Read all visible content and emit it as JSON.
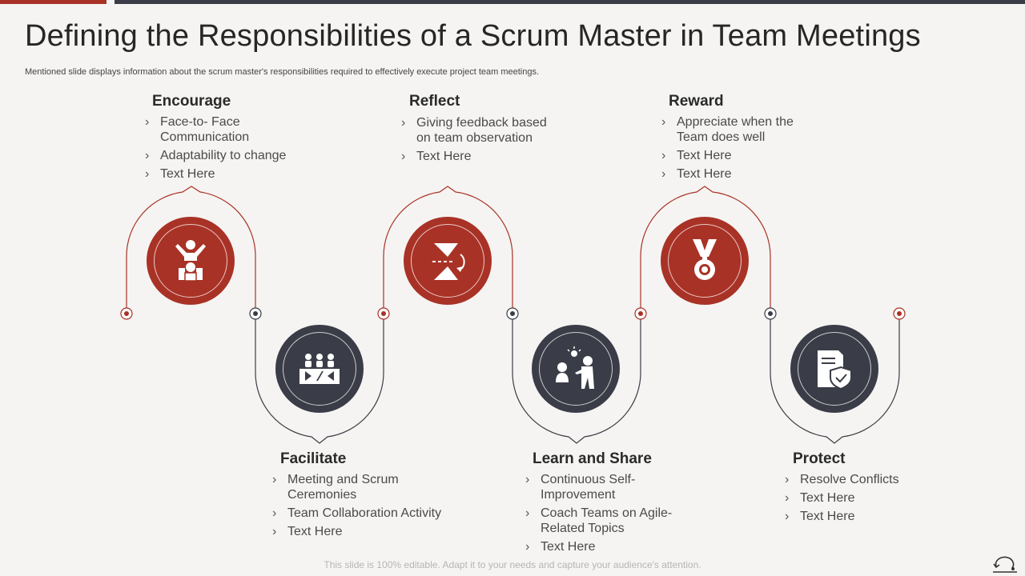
{
  "slide": {
    "title": "Defining the Responsibilities of a Scrum Master in Team Meetings",
    "subtitle": "Mentioned slide displays information about the scrum master's responsibilities required to effectively execute project team meetings.",
    "footer": "This slide is 100% editable. Adapt it to your needs and capture your audience's attention."
  },
  "colors": {
    "accent": "#a93226",
    "dark": "#3a3d47",
    "background": "#f5f4f2"
  },
  "steps": [
    {
      "title": "Encourage",
      "icon": "celebrating-person-icon",
      "items": [
        "Face-to- Face Communication",
        "Adaptability to change",
        "Text Here"
      ]
    },
    {
      "title": "Facilitate",
      "icon": "presentation-audience-icon",
      "items": [
        "Meeting and Scrum Ceremonies",
        "Team Collaboration Activity",
        "Text Here"
      ]
    },
    {
      "title": "Reflect",
      "icon": "hourglass-icon",
      "items": [
        "Giving feedback based on team observation",
        "Text Here"
      ]
    },
    {
      "title": "Learn and Share",
      "icon": "idea-sharing-icon",
      "items": [
        "Continuous Self-Improvement",
        "Coach Teams on Agile-Related Topics",
        "Text Here"
      ]
    },
    {
      "title": "Reward",
      "icon": "medal-icon",
      "items": [
        "Appreciate when the Team does well",
        "Text Here",
        "Text Here"
      ]
    },
    {
      "title": "Protect",
      "icon": "shield-document-icon",
      "items": [
        "Resolve Conflicts",
        "Text Here",
        "Text Here"
      ]
    }
  ]
}
